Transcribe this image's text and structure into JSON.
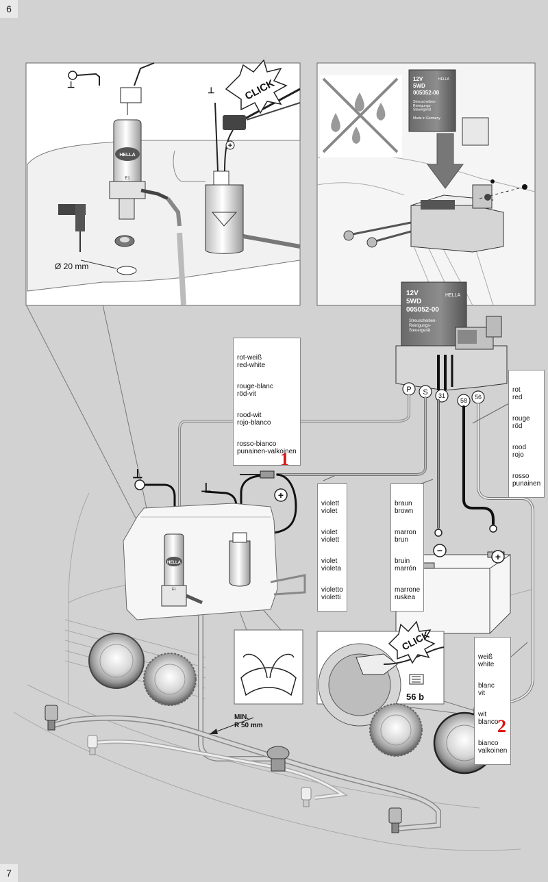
{
  "page_numbers": {
    "top": "6",
    "bottom": "7"
  },
  "inset_left": {
    "diameter_label": "Ø 20 mm",
    "click_label": "CLICK",
    "ground_symbols": [
      "⊥",
      "⊥"
    ],
    "plus_symbol": "+",
    "pump_brand": "HELLA",
    "pump_mark": "E1"
  },
  "inset_right": {
    "relay_voltage": "12V",
    "relay_code": "5WD",
    "relay_part": "005052-00",
    "relay_desc": "Streuscheiben-\nReinigungs-\nSteuergerät",
    "relay_origin": "Made in Germany",
    "relay_brand": "HELLA"
  },
  "relay_main": {
    "voltage": "12V",
    "code": "5WD",
    "part": "005052-00",
    "desc": "Streuscheiben-\nReinigungs-\nSteuergerät",
    "brand": "HELLA",
    "terminals": [
      "P",
      "S",
      "31",
      "58",
      "56"
    ]
  },
  "labels": {
    "red_white": [
      "rot-weiß",
      "red-white",
      "rouge-blanc",
      "röd-vit",
      "rood-wit",
      "rojo-blanco",
      "rosso-bianco",
      "punainen-valkoinen"
    ],
    "red": [
      "rot",
      "red",
      "rouge",
      "röd",
      "rood",
      "rojo",
      "rosso",
      "punainen"
    ],
    "violet": [
      "violett",
      "violet",
      "violet",
      "violett",
      "violet",
      "violeta",
      "violetto",
      "violetti"
    ],
    "brown": [
      "braun",
      "brown",
      "marron",
      "brun",
      "bruin",
      "marrón",
      "marrone",
      "ruskea"
    ],
    "white": [
      "weiß",
      "white",
      "blanc",
      "vit",
      "wit",
      "blanco",
      "bianco",
      "valkoinen"
    ]
  },
  "main": {
    "ground_symbols": [
      "⊥",
      "⊥"
    ],
    "plus_symbol": "+",
    "minus_symbol": "−",
    "battery_plus": "+",
    "pump_brand": "HELLA",
    "pump_mark": "E1",
    "min_radius_title": "MIN.",
    "min_radius_value": "R 50 mm",
    "marker_1": "1",
    "marker_2": "2"
  },
  "inset_click": {
    "click_label": "CLICK",
    "switch_label": "56 b"
  },
  "colors": {
    "background": "#d2d2d2",
    "panel": "#ffffff",
    "marker": "#dd1111"
  }
}
